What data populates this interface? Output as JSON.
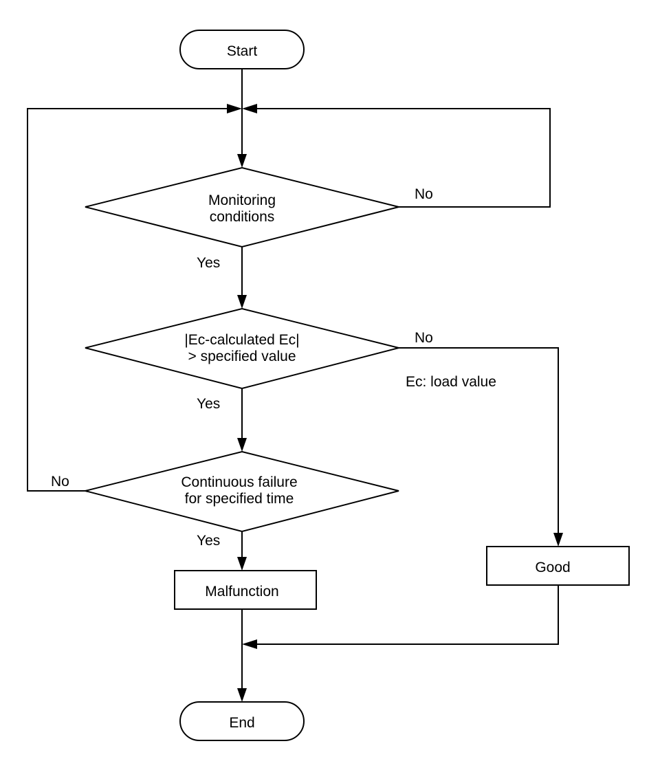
{
  "nodes": {
    "start": "Start",
    "monitoring": [
      "Monitoring",
      "conditions"
    ],
    "ec_check": [
      "|Ec-calculated Ec|",
      "> specified value"
    ],
    "continuous": [
      "Continuous failure",
      "for specified time"
    ],
    "malfunction": "Malfunction",
    "good": "Good",
    "end": "End"
  },
  "edge_labels": {
    "monitoring_no": "No",
    "monitoring_yes": "Yes",
    "ec_no": "No",
    "ec_yes": "Yes",
    "continuous_no": "No",
    "continuous_yes": "Yes"
  },
  "note": "Ec: load value"
}
